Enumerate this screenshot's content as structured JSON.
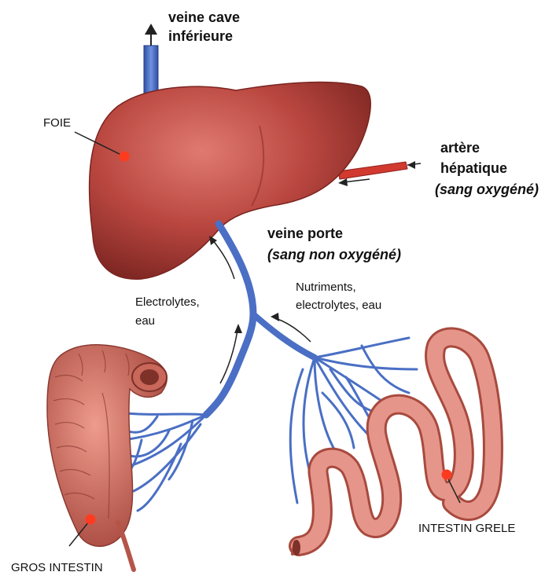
{
  "labels": {
    "veine_cave_l1": "veine cave",
    "veine_cave_l2": "inférieure",
    "foie": "FOIE",
    "artere_l1": "artère",
    "artere_l2": "hépatique",
    "artere_l3": "(sang oxygéné)",
    "veine_porte_l1": "veine porte",
    "veine_porte_l2": "(sang non oxygéné)",
    "nutriments_l1": "Nutriments,",
    "nutriments_l2": "electrolytes, eau",
    "electrolytes_l1": "Electrolytes,",
    "electrolytes_l2": "eau",
    "gros_intestin": "GROS INTESTIN",
    "intestin_grele": "INTESTIN GRELE"
  },
  "colors": {
    "liver": "#b8463f",
    "vein": "#4a6fc4",
    "artery": "#d23a2f",
    "intestine": "#d9776a",
    "marker": "#ff3b1f"
  }
}
